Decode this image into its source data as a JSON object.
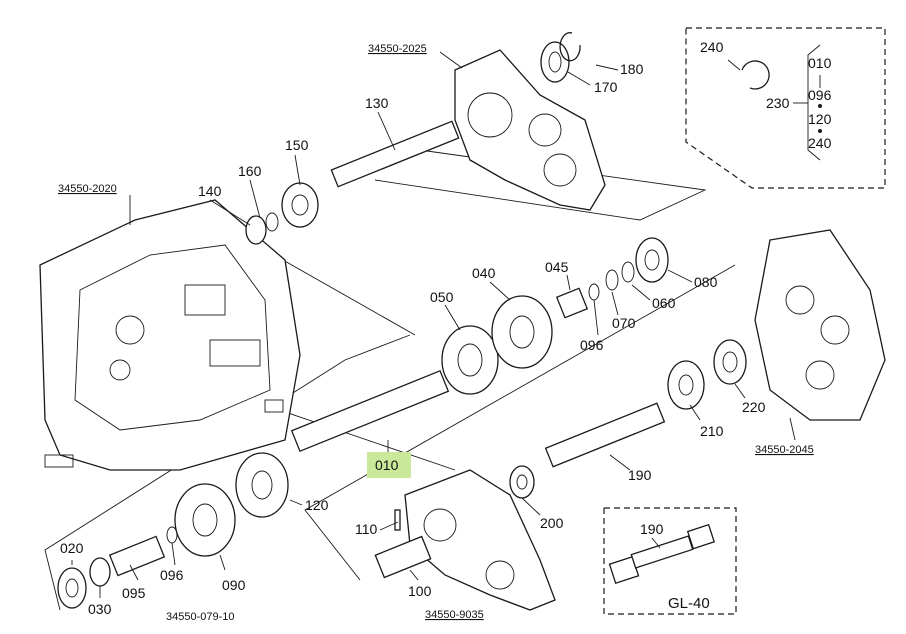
{
  "part_labels": {
    "p010": "010",
    "p020": "020",
    "p030": "030",
    "p040": "040",
    "p045": "045",
    "p050": "050",
    "p060": "060",
    "p070": "070",
    "p080": "080",
    "p090": "090",
    "p095": "095",
    "p096a": "096",
    "p096b": "096",
    "p100": "100",
    "p110": "110",
    "p120": "120",
    "p130": "130",
    "p140": "140",
    "p150": "150",
    "p160": "160",
    "p170": "170",
    "p180": "180",
    "p190": "190",
    "p200": "200",
    "p210": "210",
    "p220": "220"
  },
  "assembly_refs": {
    "ref2025": "34550-2025",
    "ref2020": "34550-2020",
    "ref2045": "34550-2045",
    "ref9035": "34550-9035",
    "ref07910": "34550-079-10"
  },
  "kit_box": {
    "label_240": "240",
    "label_230": "230",
    "list": [
      "010",
      "096",
      "120",
      "240"
    ]
  },
  "variant_box": {
    "part": "190",
    "model": "GL-40"
  },
  "colors": {
    "highlight": "#c9e89a",
    "ink": "#1a1a1a"
  }
}
